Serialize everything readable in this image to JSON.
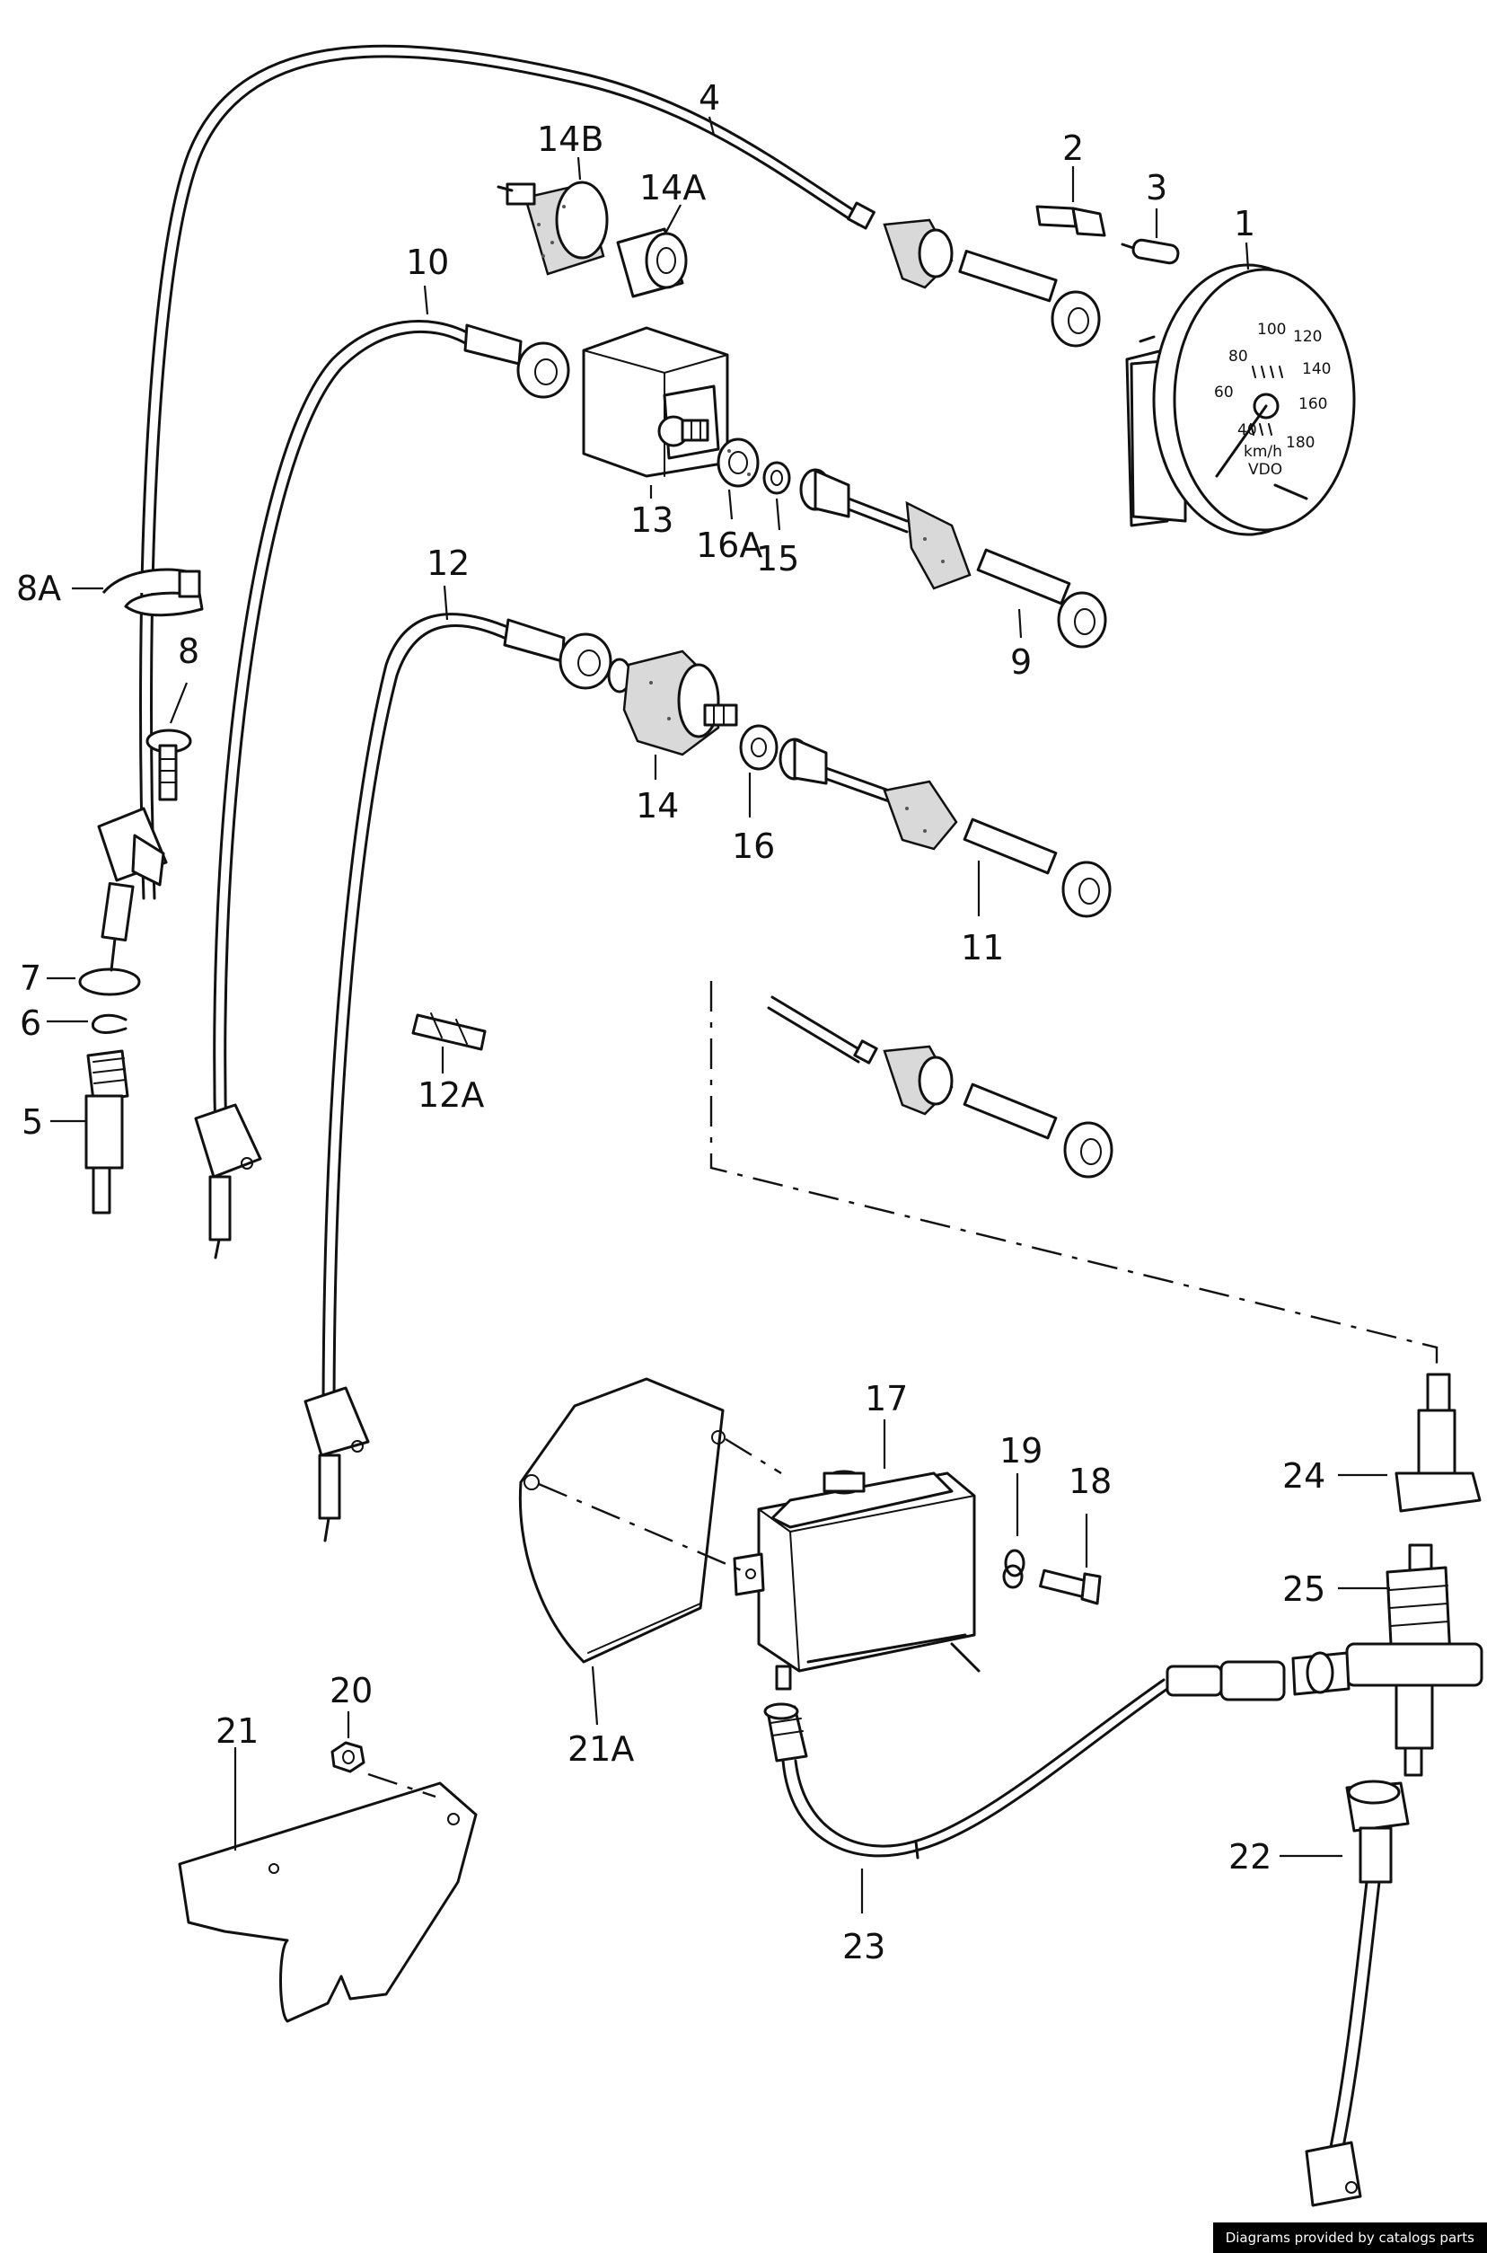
{
  "labels": {
    "p1": "1",
    "p2": "2",
    "p3": "3",
    "p4": "4",
    "p5": "5",
    "p6": "6",
    "p7": "7",
    "p8": "8",
    "p8a": "8A",
    "p9": "9",
    "p10": "10",
    "p11": "11",
    "p12": "12",
    "p12a": "12A",
    "p13": "13",
    "p14": "14",
    "p14a": "14A",
    "p14b": "14B",
    "p15": "15",
    "p16": "16",
    "p16a": "16A",
    "p17": "17",
    "p18": "18",
    "p19": "19",
    "p20": "20",
    "p21": "21",
    "p21a": "21A",
    "p22": "22",
    "p23": "23",
    "p24": "24",
    "p25": "25"
  },
  "speedometer": {
    "ticks": [
      "40",
      "60",
      "80",
      "100",
      "120",
      "140",
      "160",
      "180"
    ],
    "unit": "km/h",
    "brand": "VDO"
  },
  "credit": "Diagrams provided by catalogs parts"
}
